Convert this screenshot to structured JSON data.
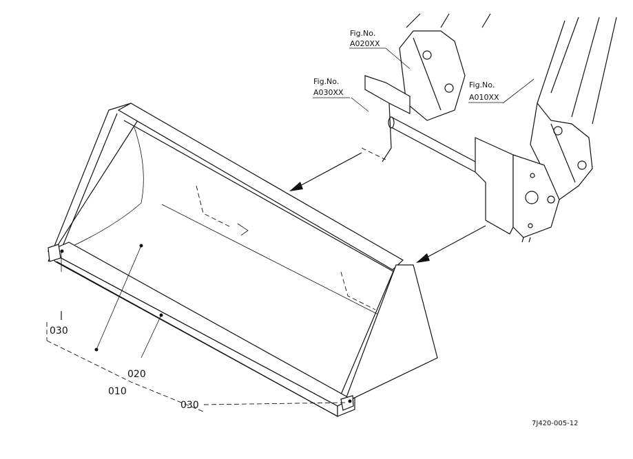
{
  "figure_refs": [
    {
      "caption": "Fig.No.",
      "code": "A020XX"
    },
    {
      "caption": "Fig.No.",
      "code": "A030XX"
    },
    {
      "caption": "Fig.No.",
      "code": "A010XX"
    }
  ],
  "parts": {
    "p030_left": "030",
    "p020": "020",
    "p010": "010",
    "p030_bottom": "030"
  },
  "drawing_code": "7J420-005-12",
  "colors": {
    "ink": "#111111",
    "paper": "#ffffff"
  }
}
